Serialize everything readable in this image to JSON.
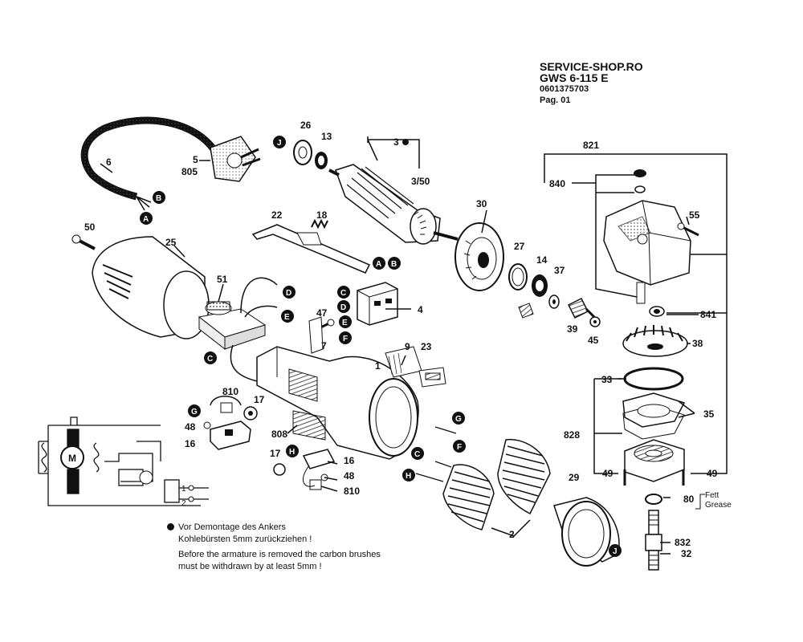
{
  "header": {
    "site": "SERVICE-SHOP.RO",
    "model": "GWS 6-115 E",
    "part_number": "0601375703",
    "page": "Pag. 01"
  },
  "notes": {
    "de_line1": "Vor Demontage des Ankers",
    "de_line2": "Kohlebürsten 5mm zurückziehen !",
    "en_line1": "Before the armature is removed the carbon brushes",
    "en_line2": "must be withdrawn by at least 5mm !"
  },
  "labels": {
    "n6": "6",
    "n5": "5",
    "n805": "805",
    "n50a": "50",
    "n25": "25",
    "n51": "51",
    "n22": "22",
    "n18": "18",
    "n26": "26",
    "n13": "13",
    "n3": "3",
    "n350": "3/50",
    "n30": "30",
    "n27": "27",
    "n14": "14",
    "n37": "37",
    "n39": "39",
    "n45": "45",
    "n4": "4",
    "n47": "47",
    "n7": "7",
    "n9": "9",
    "n23": "23",
    "n1": "1",
    "n810a": "810",
    "n17a": "17",
    "n48a": "48",
    "n16a": "16",
    "n808": "808",
    "n17b": "17",
    "n16b": "16",
    "n48b": "48",
    "n810b": "810",
    "n2": "2",
    "n29": "29",
    "n821": "821",
    "n840": "840",
    "n55": "55",
    "n841": "841",
    "n38": "38",
    "n33": "33",
    "n35": "35",
    "n828": "828",
    "n49a": "49",
    "n49b": "49",
    "n80": "80",
    "n832": "832",
    "n32": "32",
    "motor": "M",
    "sw1": "1",
    "sw2": "2"
  },
  "grease": {
    "de": "Fett",
    "en": "Grease"
  },
  "badges": {
    "A1": "A",
    "B1": "B",
    "J1": "J",
    "D1": "D",
    "E1": "E",
    "C1": "C",
    "A2": "A",
    "B2": "B",
    "C2": "C",
    "D2": "D",
    "E2": "E",
    "F2": "F",
    "G1": "G",
    "H1": "H",
    "G2": "G",
    "F3": "F",
    "C3": "C",
    "H2": "H",
    "J2": "J"
  }
}
